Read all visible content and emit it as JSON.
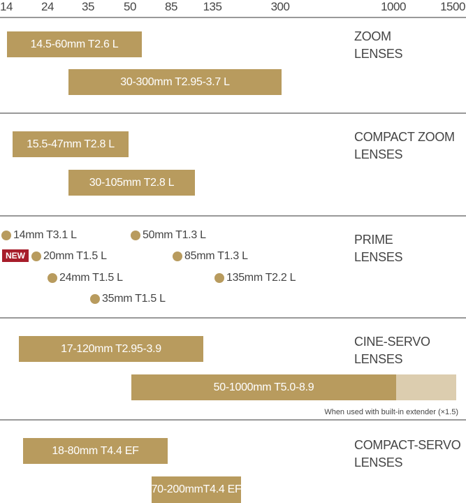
{
  "axis_ticks": [
    "14",
    "24",
    "35",
    "50",
    "85",
    "135",
    "300",
    "1000",
    "1500"
  ],
  "sections": [
    {
      "title_line1": "ZOOM",
      "title_line2": "LENSES",
      "lenses": [
        "14.5-60mm T2.6 L",
        "30-300mm T2.95-3.7 L"
      ]
    },
    {
      "title_line1": "COMPACT ZOOM",
      "title_line2": "LENSES",
      "lenses": [
        "15.5-47mm T2.8 L",
        "30-105mm T2.8 L"
      ]
    },
    {
      "title_line1": "PRIME",
      "title_line2": "LENSES",
      "lenses": [
        "14mm T3.1 L",
        "50mm T1.3 L",
        "20mm T1.5 L",
        "85mm T1.3 L",
        "24mm T1.5 L",
        "135mm T2.2 L",
        "35mm T1.5 L"
      ],
      "new_badge": "NEW"
    },
    {
      "title_line1": "CINE-SERVO",
      "title_line2": "LENSES",
      "lenses": [
        "17-120mm T2.95-3.9",
        "50-1000mm T5.0-8.9"
      ],
      "note": "When used with built-in extender (×1.5)"
    },
    {
      "title_line1": "COMPACT-SERVO",
      "title_line2": "LENSES",
      "lenses": [
        "18-80mm T4.4 EF",
        "70-200mmT4.4 EF"
      ]
    }
  ],
  "colors": {
    "bar": "#b89b5e",
    "extender": "#dccdaf",
    "new": "#a71d2a",
    "text": "#444444"
  }
}
